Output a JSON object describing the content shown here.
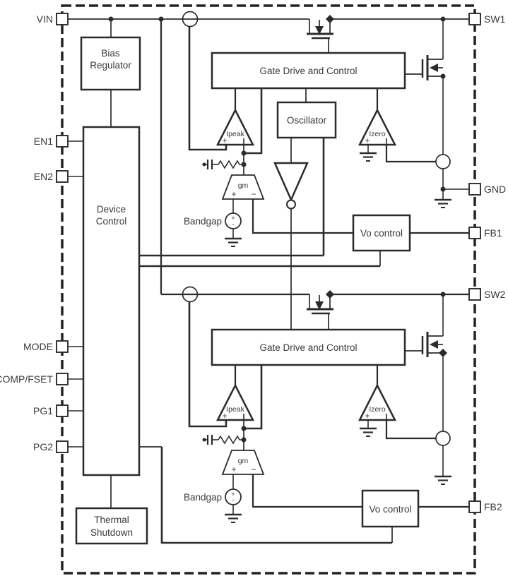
{
  "diagram": {
    "type": "IC functional block diagram",
    "channels": 2
  },
  "colors": {
    "line": "#2b2b2b",
    "text": "#3a3a3a",
    "background": "#ffffff"
  },
  "pins": {
    "left": [
      {
        "name": "VIN"
      },
      {
        "name": "EN1"
      },
      {
        "name": "EN2"
      },
      {
        "name": "MODE"
      },
      {
        "name": "COMP/FSET"
      },
      {
        "name": "PG1"
      },
      {
        "name": "PG2"
      }
    ],
    "right": [
      {
        "name": "SW1"
      },
      {
        "name": "GND"
      },
      {
        "name": "FB1"
      },
      {
        "name": "SW2"
      },
      {
        "name": "FB2"
      }
    ]
  },
  "blocks": {
    "bias_regulator": {
      "line1": "Bias",
      "line2": "Regulator"
    },
    "device_control": {
      "line1": "Device",
      "line2": "Control"
    },
    "thermal_shutdown": {
      "line1": "Thermal",
      "line2": "Shutdown"
    },
    "gate_drive_ch1": {
      "label": "Gate Drive and Control"
    },
    "gate_drive_ch2": {
      "label": "Gate Drive and Control"
    },
    "oscillator": {
      "label": "Oscillator"
    },
    "vo_control_ch1": {
      "label": "Vo control"
    },
    "vo_control_ch2": {
      "label": "Vo control"
    }
  },
  "comparators": {
    "ipeak_ch1": {
      "label": "Ipeak",
      "plus": "+"
    },
    "izero_ch1": {
      "label": "Izero",
      "plus": "+"
    },
    "ipeak_ch2": {
      "label": "Ipeak",
      "plus": "+"
    },
    "izero_ch2": {
      "label": "Izero",
      "plus": "+"
    }
  },
  "amplifiers": {
    "gm_ch1": {
      "label": "gm",
      "plus": "+",
      "minus": "−"
    },
    "gm_ch2": {
      "label": "gm",
      "plus": "+",
      "minus": "−"
    }
  },
  "references": {
    "bandgap_ch1": {
      "label": "Bandgap",
      "plus": "+",
      "minus": "-"
    },
    "bandgap_ch2": {
      "label": "Bandgap",
      "plus": "+",
      "minus": "-"
    }
  }
}
